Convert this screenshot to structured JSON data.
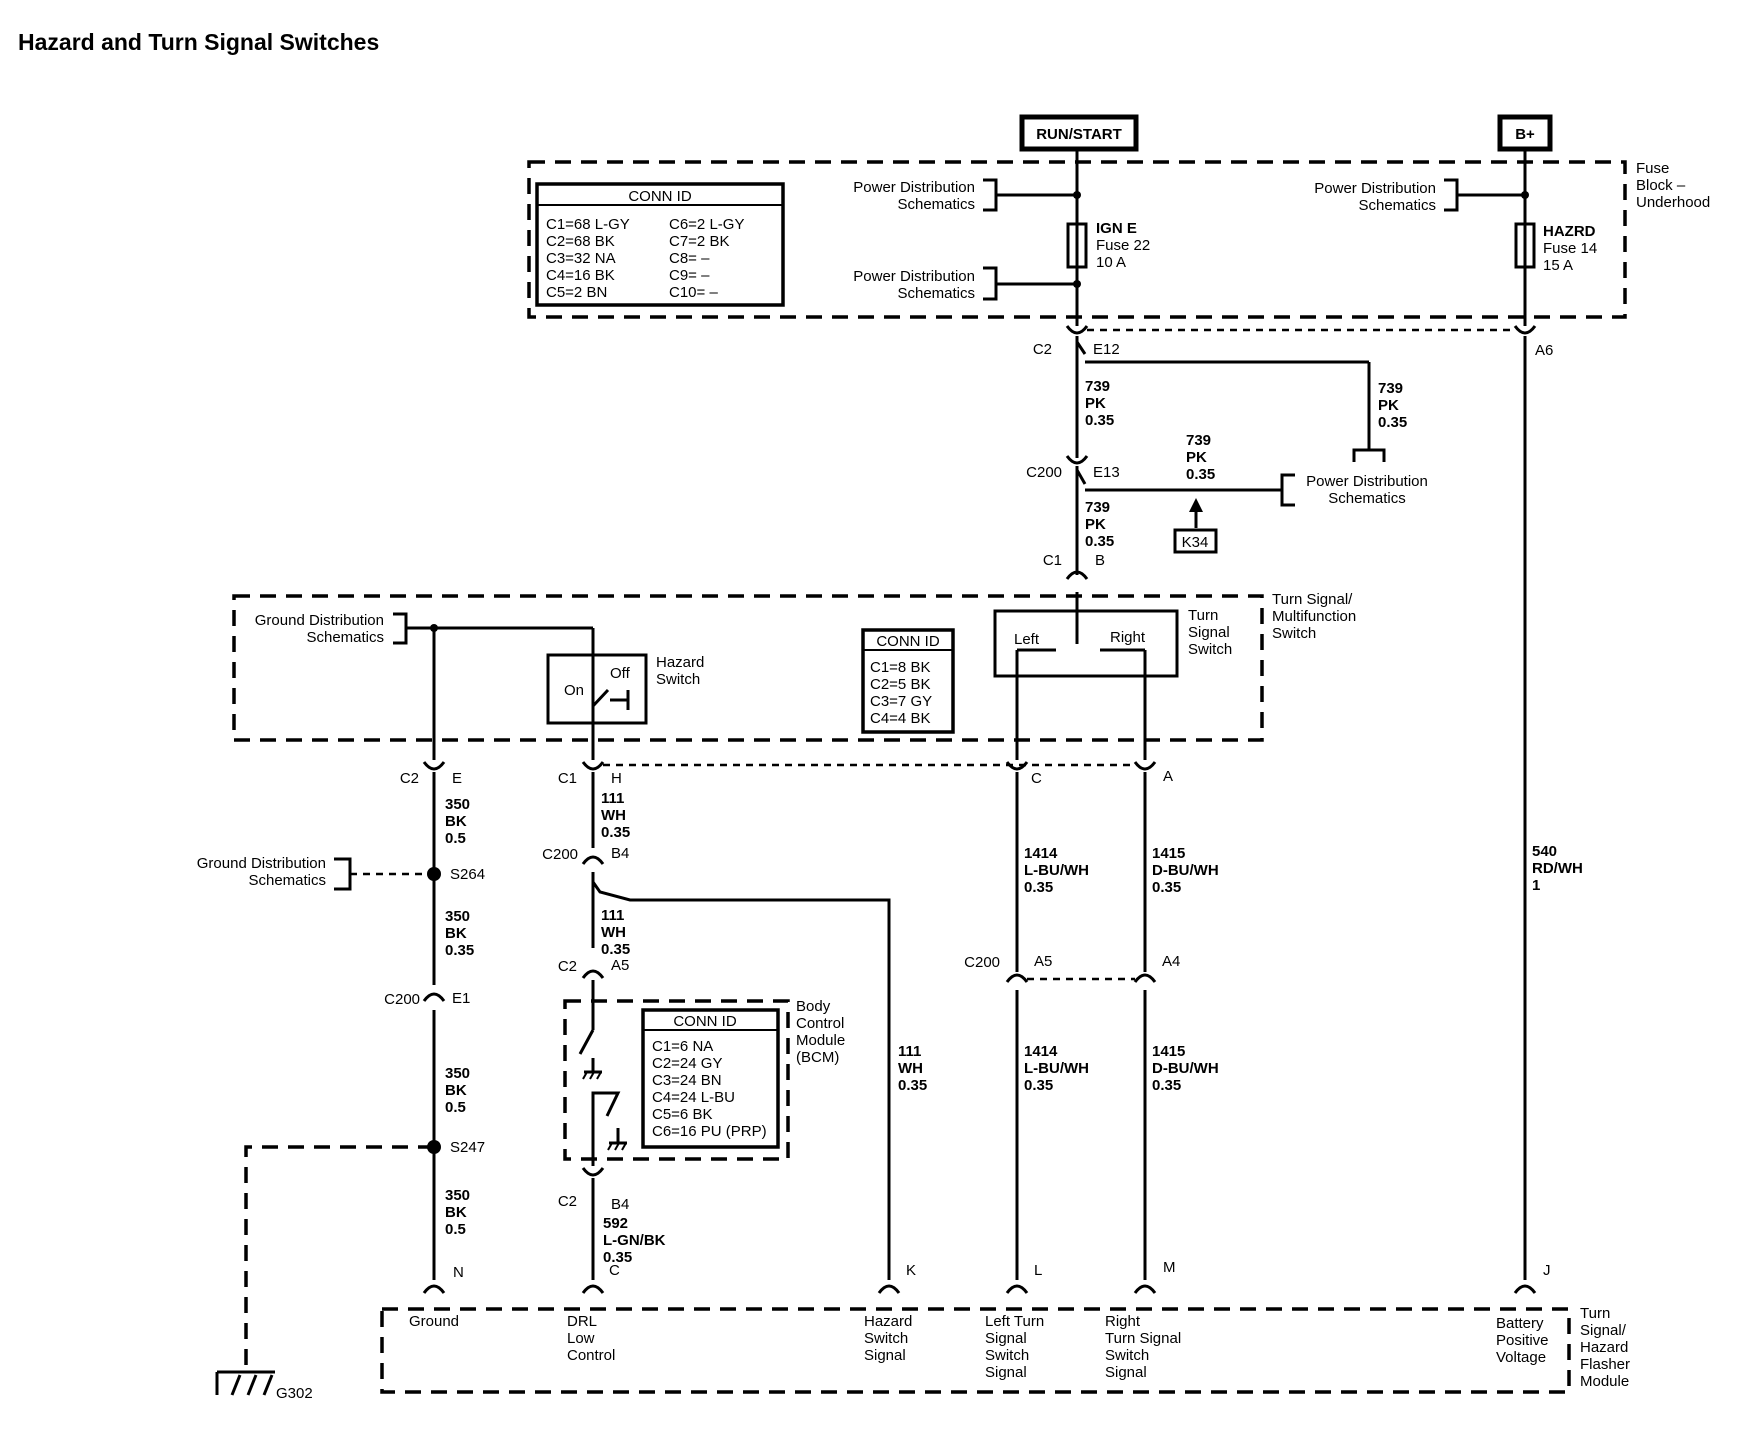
{
  "title": "Hazard and Turn Signal Switches",
  "power": {
    "run_start": "RUN/START",
    "b_plus": "B+"
  },
  "fuse_block": {
    "label": [
      "Fuse",
      "Block –",
      "Underhood"
    ],
    "conn_id": {
      "title": "CONN ID",
      "col1": [
        "C1=68 L-GY",
        "C2=68 BK",
        "C3=32 NA",
        "C4=16 BK",
        "C5=2 BN"
      ],
      "col2": [
        "C6=2 L-GY",
        "C7=2 BK",
        "C8= –",
        "C9= –",
        "C10= –"
      ]
    },
    "pds_labels": [
      [
        "Power Distribution",
        "Schematics"
      ],
      [
        "Power Distribution",
        "Schematics"
      ],
      [
        "Power Distribution",
        "Schematics"
      ]
    ],
    "fuse_ign": [
      "IGN E",
      "Fuse 22",
      "10 A"
    ],
    "fuse_hazrd": [
      "HAZRD",
      "Fuse 14",
      "15 A"
    ]
  },
  "connectors": {
    "c2_e12": [
      "C2",
      "E12"
    ],
    "a6": "A6",
    "c200_e13": [
      "C200",
      "E13"
    ],
    "c1_b": [
      "C1",
      "B"
    ],
    "c2_e": [
      "C2",
      "E"
    ],
    "c1_h": [
      "C1",
      "H"
    ],
    "c": "C",
    "a": "A",
    "c200_b4": [
      "C200",
      "B4"
    ],
    "c2_a5": [
      "C2",
      "A5"
    ],
    "c200_e1": [
      "C200",
      "E1"
    ],
    "c200_a5": [
      "C200",
      "A5"
    ],
    "a4": "A4",
    "c2_b4": [
      "C2",
      "B4"
    ],
    "n": "N",
    "c_pin": "C",
    "k": "K",
    "l": "L",
    "m": "M",
    "j": "J"
  },
  "wires": {
    "w739_a": [
      "739",
      "PK",
      "0.35"
    ],
    "w739_b": [
      "739",
      "PK",
      "0.35"
    ],
    "w739_c": [
      "739",
      "PK",
      "0.35"
    ],
    "w739_d": [
      "739",
      "PK",
      "0.35"
    ],
    "w350_a": [
      "350",
      "BK",
      "0.5"
    ],
    "w350_b": [
      "350",
      "BK",
      "0.35"
    ],
    "w350_c": [
      "350",
      "BK",
      "0.5"
    ],
    "w350_d": [
      "350",
      "BK",
      "0.5"
    ],
    "w111_a": [
      "111",
      "WH",
      "0.35"
    ],
    "w111_b": [
      "111",
      "WH",
      "0.35"
    ],
    "w111_c": [
      "111",
      "WH",
      "0.35"
    ],
    "w1414_a": [
      "1414",
      "L-BU/WH",
      "0.35"
    ],
    "w1414_b": [
      "1414",
      "L-BU/WH",
      "0.35"
    ],
    "w1415_a": [
      "1415",
      "D-BU/WH",
      "0.35"
    ],
    "w1415_b": [
      "1415",
      "D-BU/WH",
      "0.35"
    ],
    "w540": [
      "540",
      "RD/WH",
      "1"
    ],
    "w592": [
      "592",
      "L-GN/BK",
      "0.35"
    ]
  },
  "k34": "K34",
  "pds_right": [
    "Power Distribution",
    "Schematics"
  ],
  "turn_switch_module": {
    "label": [
      "Turn Signal/",
      "Multifunction",
      "Switch"
    ],
    "gds": [
      "Ground Distribution",
      "Schematics"
    ],
    "hazard_switch": {
      "label": [
        "Hazard",
        "Switch"
      ],
      "on": "On",
      "off": "Off"
    },
    "conn_id": {
      "title": "CONN ID",
      "rows": [
        "C1=8 BK",
        "C2=5 BK",
        "C3=7 GY",
        "C4=4 BK"
      ]
    },
    "turn_switch": {
      "left": "Left",
      "right": "Right",
      "label": [
        "Turn",
        "Signal",
        "Switch"
      ]
    }
  },
  "splices": {
    "s264": "S264",
    "s247": "S247"
  },
  "gds_left": [
    "Ground Distribution",
    "Schematics"
  ],
  "bcm": {
    "label": [
      "Body",
      "Control",
      "Module",
      "(BCM)"
    ],
    "conn_id": {
      "title": "CONN ID",
      "rows": [
        "C1=6 NA",
        "C2=24 GY",
        "C3=24 BN",
        "C4=24 L-BU",
        "C5=6 BK",
        "C6=16 PU (PRP)"
      ]
    }
  },
  "flasher": {
    "label": [
      "Turn",
      "Signal/",
      "Hazard",
      "Flasher",
      "Module"
    ],
    "pins": {
      "ground": [
        "Ground"
      ],
      "drl": [
        "DRL",
        "Low",
        "Control"
      ],
      "hazard": [
        "Hazard",
        "Switch",
        "Signal"
      ],
      "left": [
        "Left Turn",
        "Signal",
        "Switch",
        "Signal"
      ],
      "right": [
        "Right",
        "Turn Signal",
        "Switch",
        "Signal"
      ],
      "battery": [
        "Battery",
        "Positive",
        "Voltage"
      ]
    }
  },
  "ground": "G302"
}
